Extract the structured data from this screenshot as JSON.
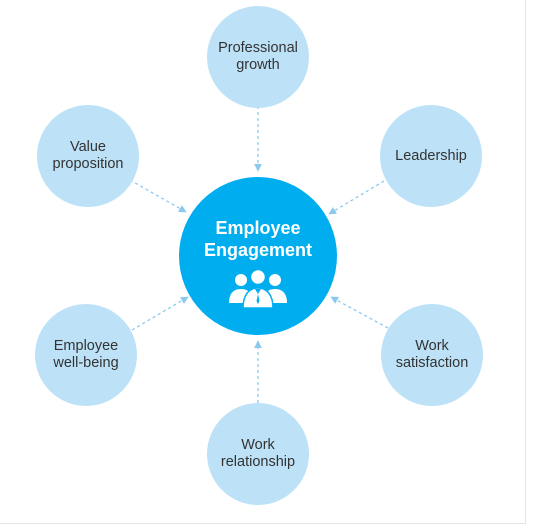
{
  "colors": {
    "hub_fill": "#00aeef",
    "node_fill": "#bde2f7",
    "connector": "#8cc9ec",
    "text": "#333333",
    "hub_text": "#ffffff"
  },
  "hub": {
    "title": "Employee\nEngagement",
    "icon": "people-group-icon"
  },
  "nodes": [
    {
      "id": "professional-growth",
      "label": "Professional\ngrowth"
    },
    {
      "id": "leadership",
      "label": "Leadership"
    },
    {
      "id": "work-satisfaction",
      "label": "Work\nsatisfaction"
    },
    {
      "id": "work-relationship",
      "label": "Work\nrelationship"
    },
    {
      "id": "employee-well-being",
      "label": "Employee\nwell-being"
    },
    {
      "id": "value-proposition",
      "label": "Value\nproposition"
    }
  ]
}
